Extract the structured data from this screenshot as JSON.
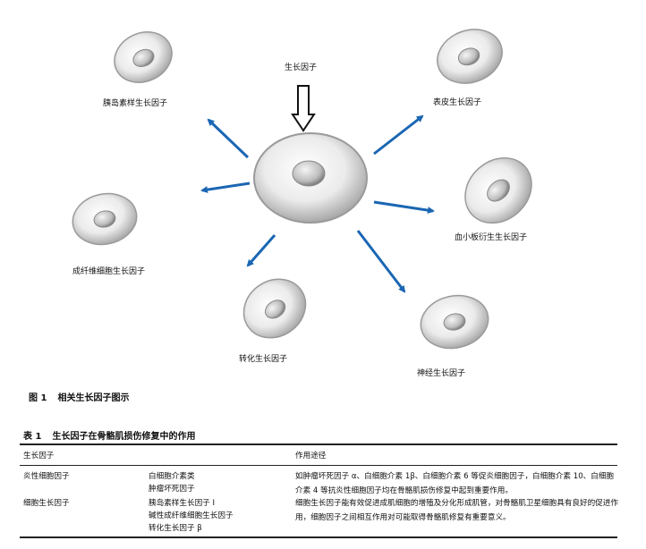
{
  "figure": {
    "center_label": "生长因子",
    "cells": [
      {
        "name": "cell-igf",
        "label": "胰岛素样生长因子"
      },
      {
        "name": "cell-egf",
        "label": "表皮生长因子"
      },
      {
        "name": "cell-fgf",
        "label": "成纤维细胞生长因子"
      },
      {
        "name": "cell-pdgf",
        "label": "血小板衍生生长因子"
      },
      {
        "name": "cell-tgf",
        "label": "转化生长因子"
      },
      {
        "name": "cell-ngf",
        "label": "神经生长因子"
      }
    ],
    "caption_number": "图 1",
    "caption_text": "相关生长因子图示",
    "colors": {
      "arrow": "#1a66b3",
      "cell_rim": "#9a9a9a"
    }
  },
  "table": {
    "caption_number": "表 1",
    "caption_text": "生长因子在骨骼肌损伤修复中的作用",
    "headers": [
      "生长因子",
      "作用途径"
    ],
    "rows": [
      {
        "category": "炎性细胞因子",
        "factors": [
          "白细胞介素类",
          "肿瘤坏死因子"
        ],
        "description": "如肿瘤坏死因子 α、白细胞介素 1β、白细胞介素 6 等促炎细胞因子，白细胞介素 10、白细胞介素 4 等抗炎性细胞因子均在骨骼肌损伤修复中起到重要作用。"
      },
      {
        "category": "细胞生长因子",
        "factors": [
          "胰岛素样生长因子 Ⅰ",
          "碱性成纤维细胞生长因子",
          "转化生长因子 β"
        ],
        "description": "细胞生长因子能有效促进成肌细胞的增殖及分化形成肌管，对骨骼肌卫星细胞具有良好的促进作用，细胞因子之间相互作用对可能取得骨骼肌修复有重要意义。"
      }
    ]
  }
}
